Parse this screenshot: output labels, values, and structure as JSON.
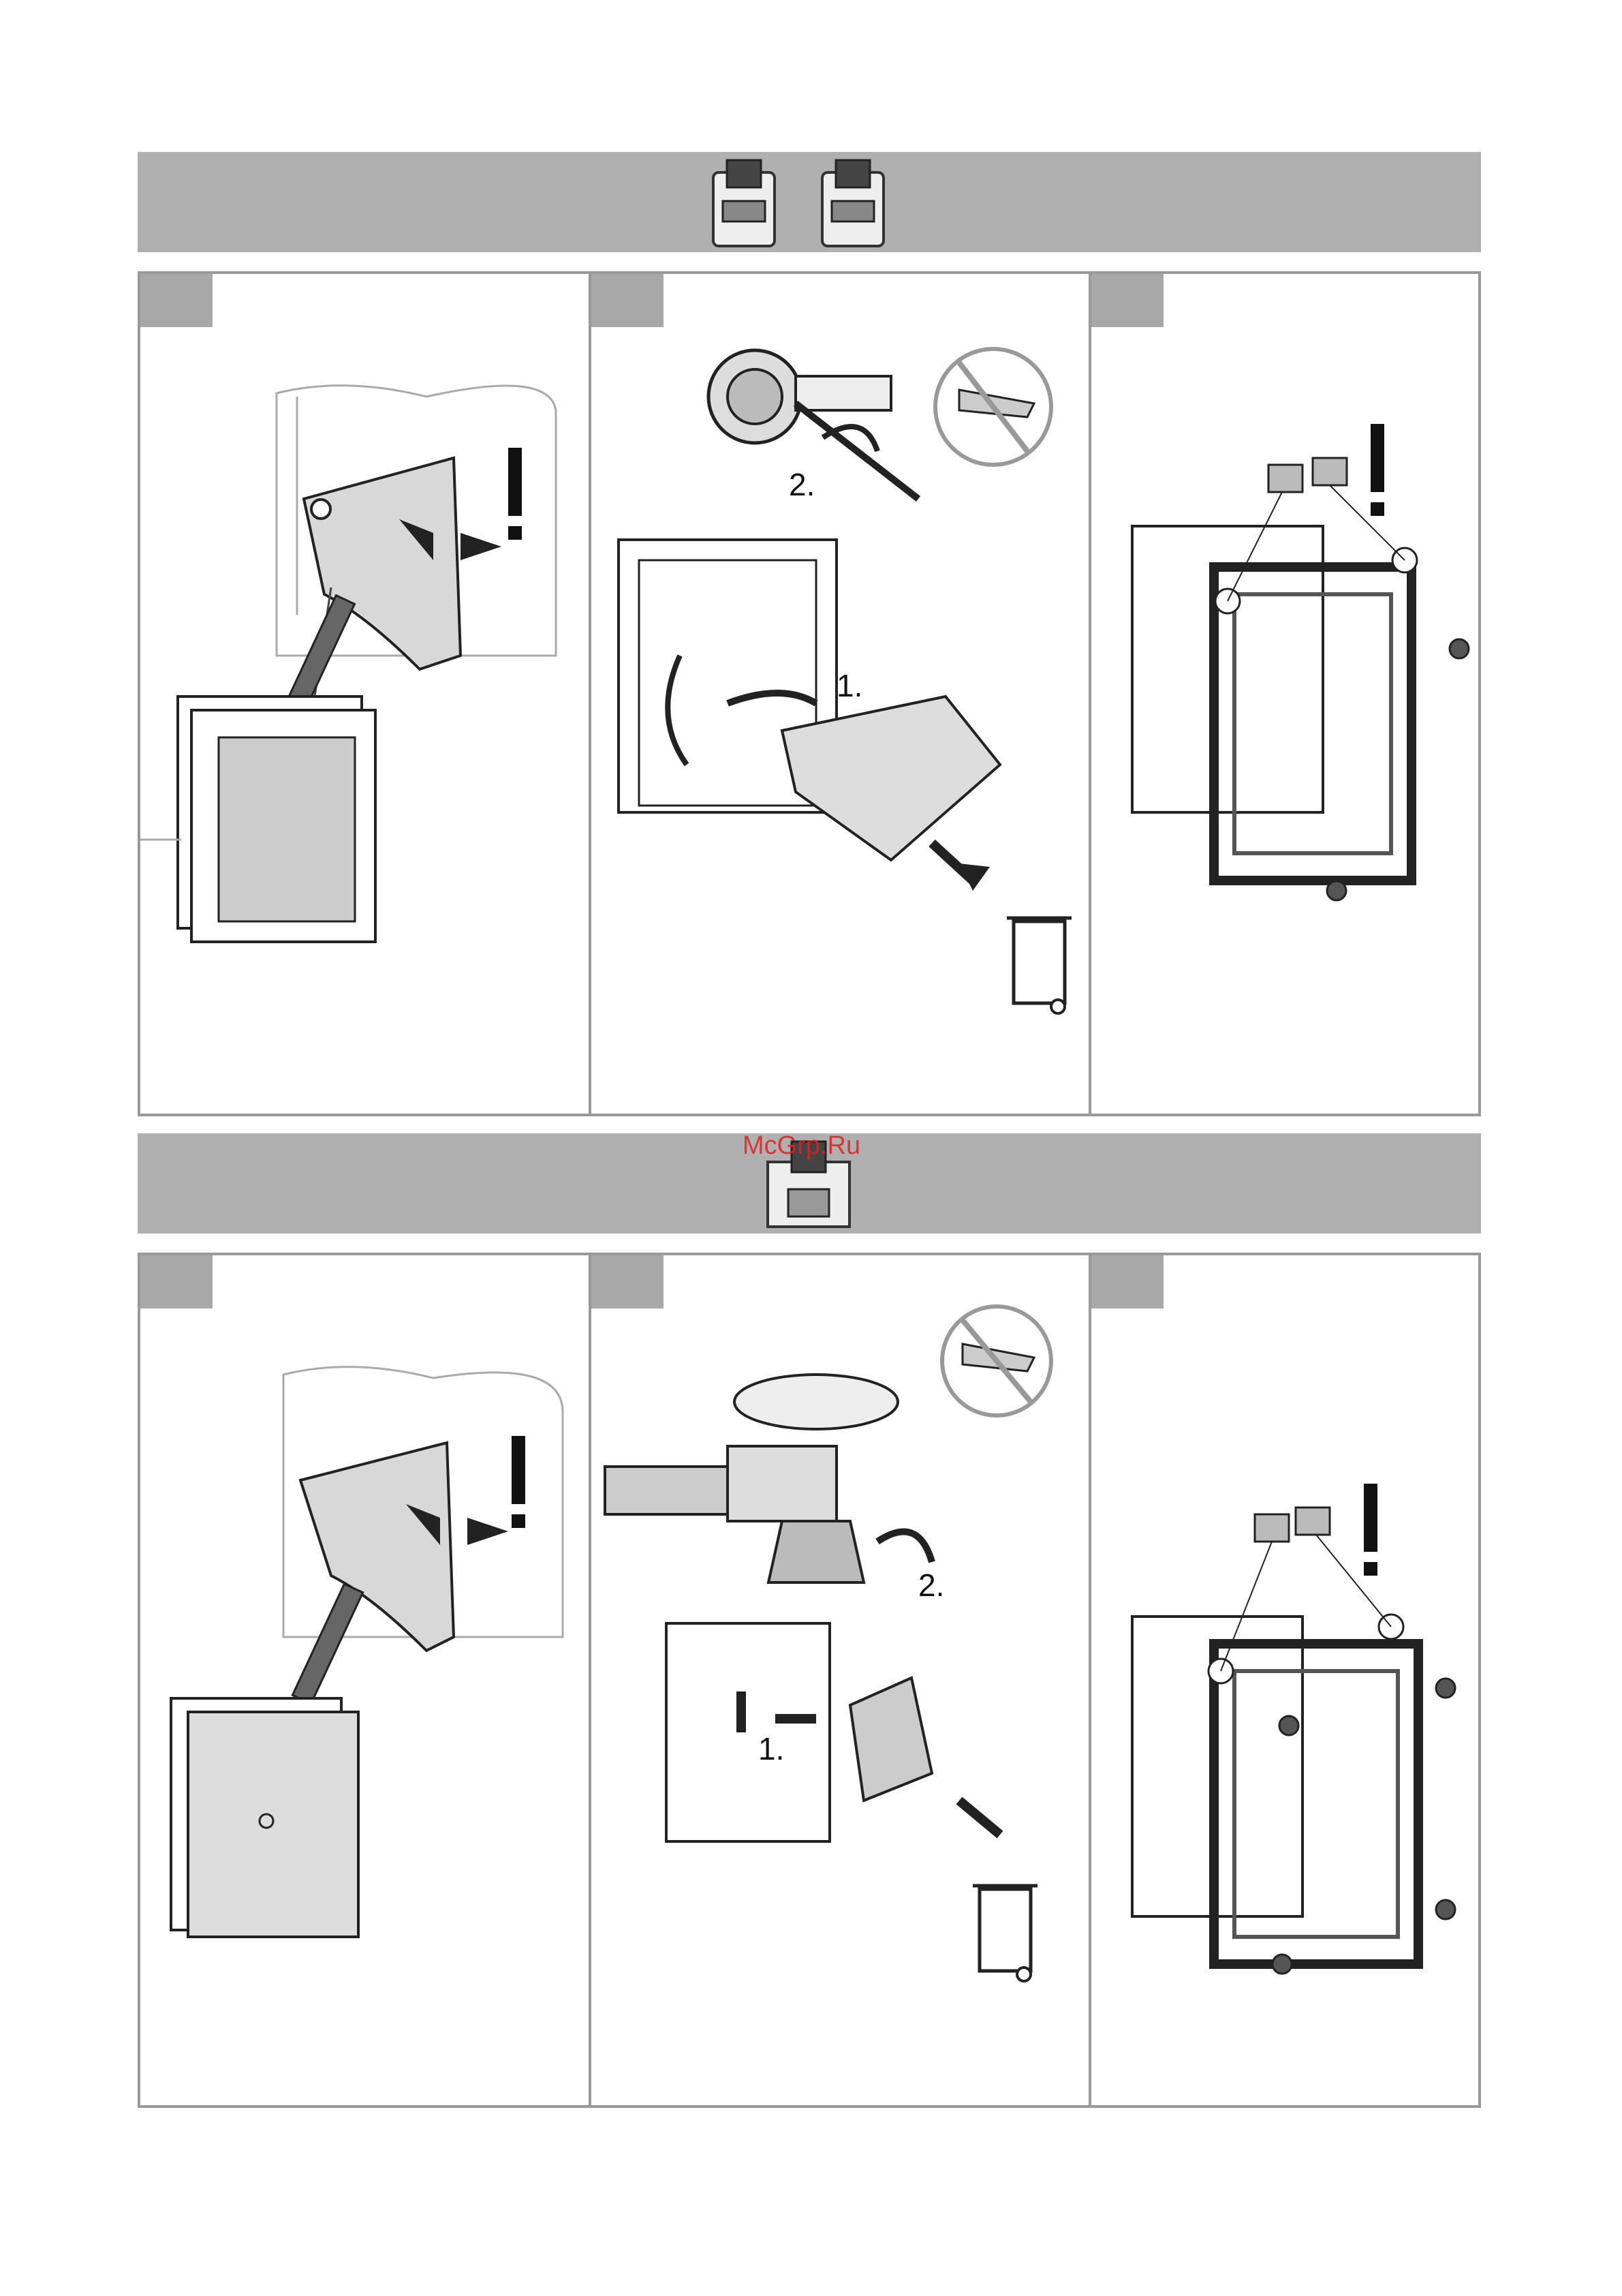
{
  "watermark": "McGrp.Ru",
  "sections": [
    {
      "panels": [
        {
          "id": "top-1",
          "labels": []
        },
        {
          "id": "top-2",
          "labels": [
            "2.",
            "1."
          ]
        },
        {
          "id": "top-3",
          "labels": []
        }
      ]
    },
    {
      "panels": [
        {
          "id": "bottom-1",
          "labels": []
        },
        {
          "id": "bottom-2",
          "labels": [
            "2.",
            "1."
          ]
        },
        {
          "id": "bottom-3",
          "labels": []
        }
      ]
    }
  ],
  "colors": {
    "band": "#b0b0b0",
    "border": "#9a9a9a",
    "plate": "#d6d6d6",
    "dark": "#333333"
  },
  "icons": [
    "flush-module-icon",
    "warning-exclamation-icon",
    "trash-bin-icon",
    "shower-spray-icon",
    "arrow-icon"
  ]
}
